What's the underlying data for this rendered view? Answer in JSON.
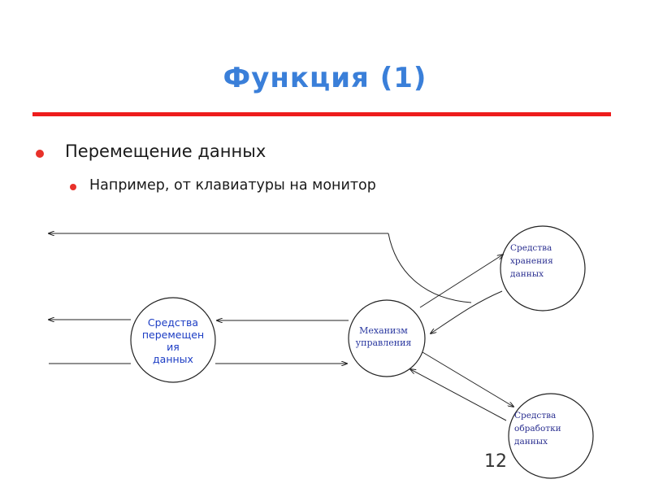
{
  "slide": {
    "title": "Функция  (1)",
    "bullet1": "Перемещение данных",
    "bullet2": "Например, от клавиатуры на монитор",
    "page_number": "12"
  },
  "diagram": {
    "node_move": [
      "Средства",
      "перемещен",
      "ия",
      "данных"
    ],
    "node_control": [
      "Механизм",
      "управления"
    ],
    "node_storage": [
      "Средства",
      "хранения",
      "данных"
    ],
    "node_processing": [
      "Средства",
      "обработки",
      "данных"
    ]
  },
  "colors": {
    "title": "#3a7fd9",
    "rule": "#ee1c1c",
    "bullet": "#e8312a",
    "label_blue": "#1b3cc4"
  }
}
